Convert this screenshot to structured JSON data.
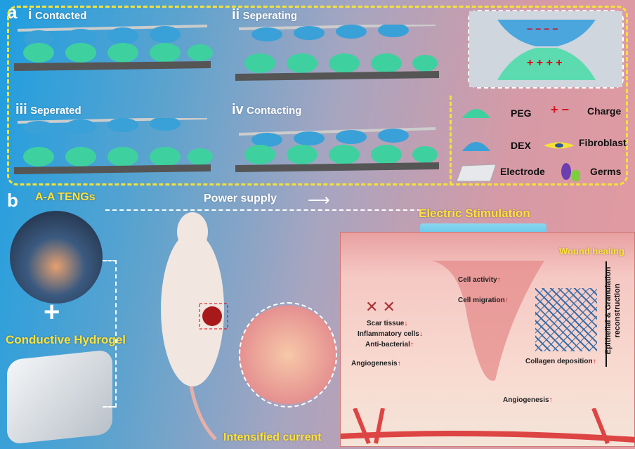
{
  "panel_a": {
    "letter": "a",
    "subpanels": [
      {
        "numeral": "i",
        "label": "Contacted"
      },
      {
        "numeral": "ii",
        "label": "Seperating"
      },
      {
        "numeral": "iii",
        "label": "Seperated"
      },
      {
        "numeral": "iv",
        "label": "Contacting"
      }
    ],
    "legend": [
      {
        "label": "PEG"
      },
      {
        "label": "Charge"
      },
      {
        "label": "DEX"
      },
      {
        "label": "Fibroblast"
      },
      {
        "label": "Electrode"
      },
      {
        "label": "Germs"
      }
    ],
    "charge_symbols": "+ −"
  },
  "panel_b": {
    "letter": "b",
    "teng_label": "A-A TENGs",
    "plus": "+",
    "hydrogel_label": "Conductive Hydrogel",
    "power_supply": "Power supply",
    "electric_stimulation": "Electric Stimulation",
    "intensified_current": "Intensified current",
    "wound_healing": "Wound healing",
    "effects": [
      {
        "label": "Cell activity",
        "dir": "↑"
      },
      {
        "label": "Cell migration",
        "dir": "↑"
      },
      {
        "label": "Scar tissue",
        "dir": "↓"
      },
      {
        "label": "Inflammatory cells",
        "dir": "↓"
      },
      {
        "label": "Anti-bacterial",
        "dir": "↑"
      },
      {
        "label": "Angiogenesis",
        "dir": "↑"
      },
      {
        "label": "Collagen deposition",
        "dir": "↑"
      },
      {
        "label": "Angiogenesis",
        "dir": "↑"
      }
    ],
    "reconstruction": "Epithelial & Granulation reconstruction"
  },
  "colors": {
    "yellow": "#f2e23a",
    "peg": "#3fd0a0",
    "dex": "#3aa0d8",
    "arrow_red": "#d8141b",
    "wound": "#e68a90"
  }
}
